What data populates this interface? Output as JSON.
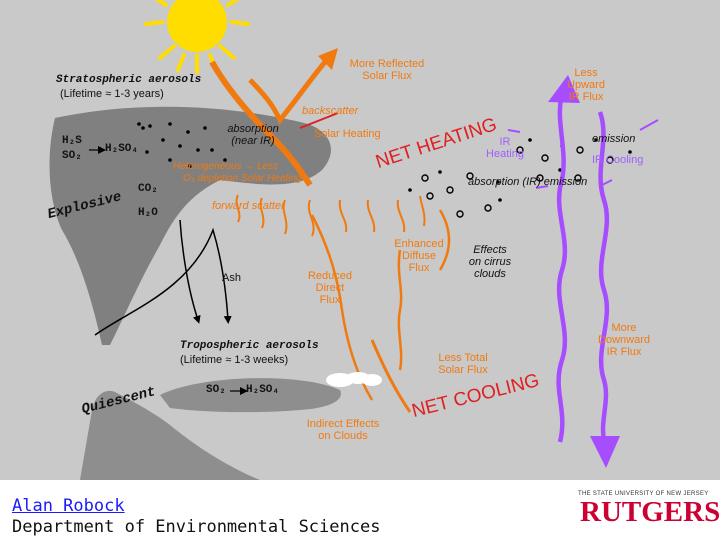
{
  "labels": {
    "more_reflected": "More Reflected\nSolar Flux",
    "less_upward": "Less\nUpward\nIR Flux",
    "strat_title": "Stratospheric aerosols",
    "strat_life": "(Lifetime ≈ 1-3 years)",
    "backscatter": "backscatter",
    "absorption_nearir": "absorption\n(near IR)",
    "solar_heating": "Solar Heating",
    "h2s": "H₂S",
    "so2": "SO₂",
    "h2so4": "H₂SO₄",
    "heterogeneous": "Heterogeneous  → Less",
    "o3_depletion": "O₃ depletion     Solar Heating",
    "co2": "CO₂",
    "h2o": "H₂O",
    "explosive": "Explosive",
    "net_heating": "NET HEATING",
    "ir_heating": "IR\nHeating",
    "emission": "emission",
    "ir_cooling": "IR Cooling",
    "absorption_ir": "absorption (IR)  emission",
    "forward_scatter": "forward scatter",
    "enhanced_diffuse": "Enhanced\nDiffuse\nFlux",
    "effects_cirrus": "Effects\non cirrus\nclouds",
    "ash": "Ash",
    "reduced_direct": "Reduced\nDirect\nFlux",
    "more_downward": "More\nDownward\nIR Flux",
    "trop_title": "Tropospheric aerosols",
    "trop_life": "(Lifetime ≈ 1-3 weeks)",
    "less_total": "Less Total\nSolar Flux",
    "so2_bottom": "SO₂",
    "h2so4_bottom": "H₂SO₄",
    "quiescent": "Quiescent",
    "indirect": "Indirect Effects\non Clouds",
    "net_cooling": "NET COOLING"
  },
  "author": {
    "name": "Alan Robock",
    "dept": "Department of Environmental Sciences"
  },
  "logo": {
    "top": "THE STATE UNIVERSITY OF NEW JERSEY",
    "word": "RUTGERS"
  },
  "colors": {
    "sun": "#ffdd00",
    "orange": "#f07a10",
    "purple": "#a64dff",
    "red": "#e02020",
    "sky": "#c9c9c9",
    "plume": "#808080",
    "rutgers": "#cc0033"
  }
}
